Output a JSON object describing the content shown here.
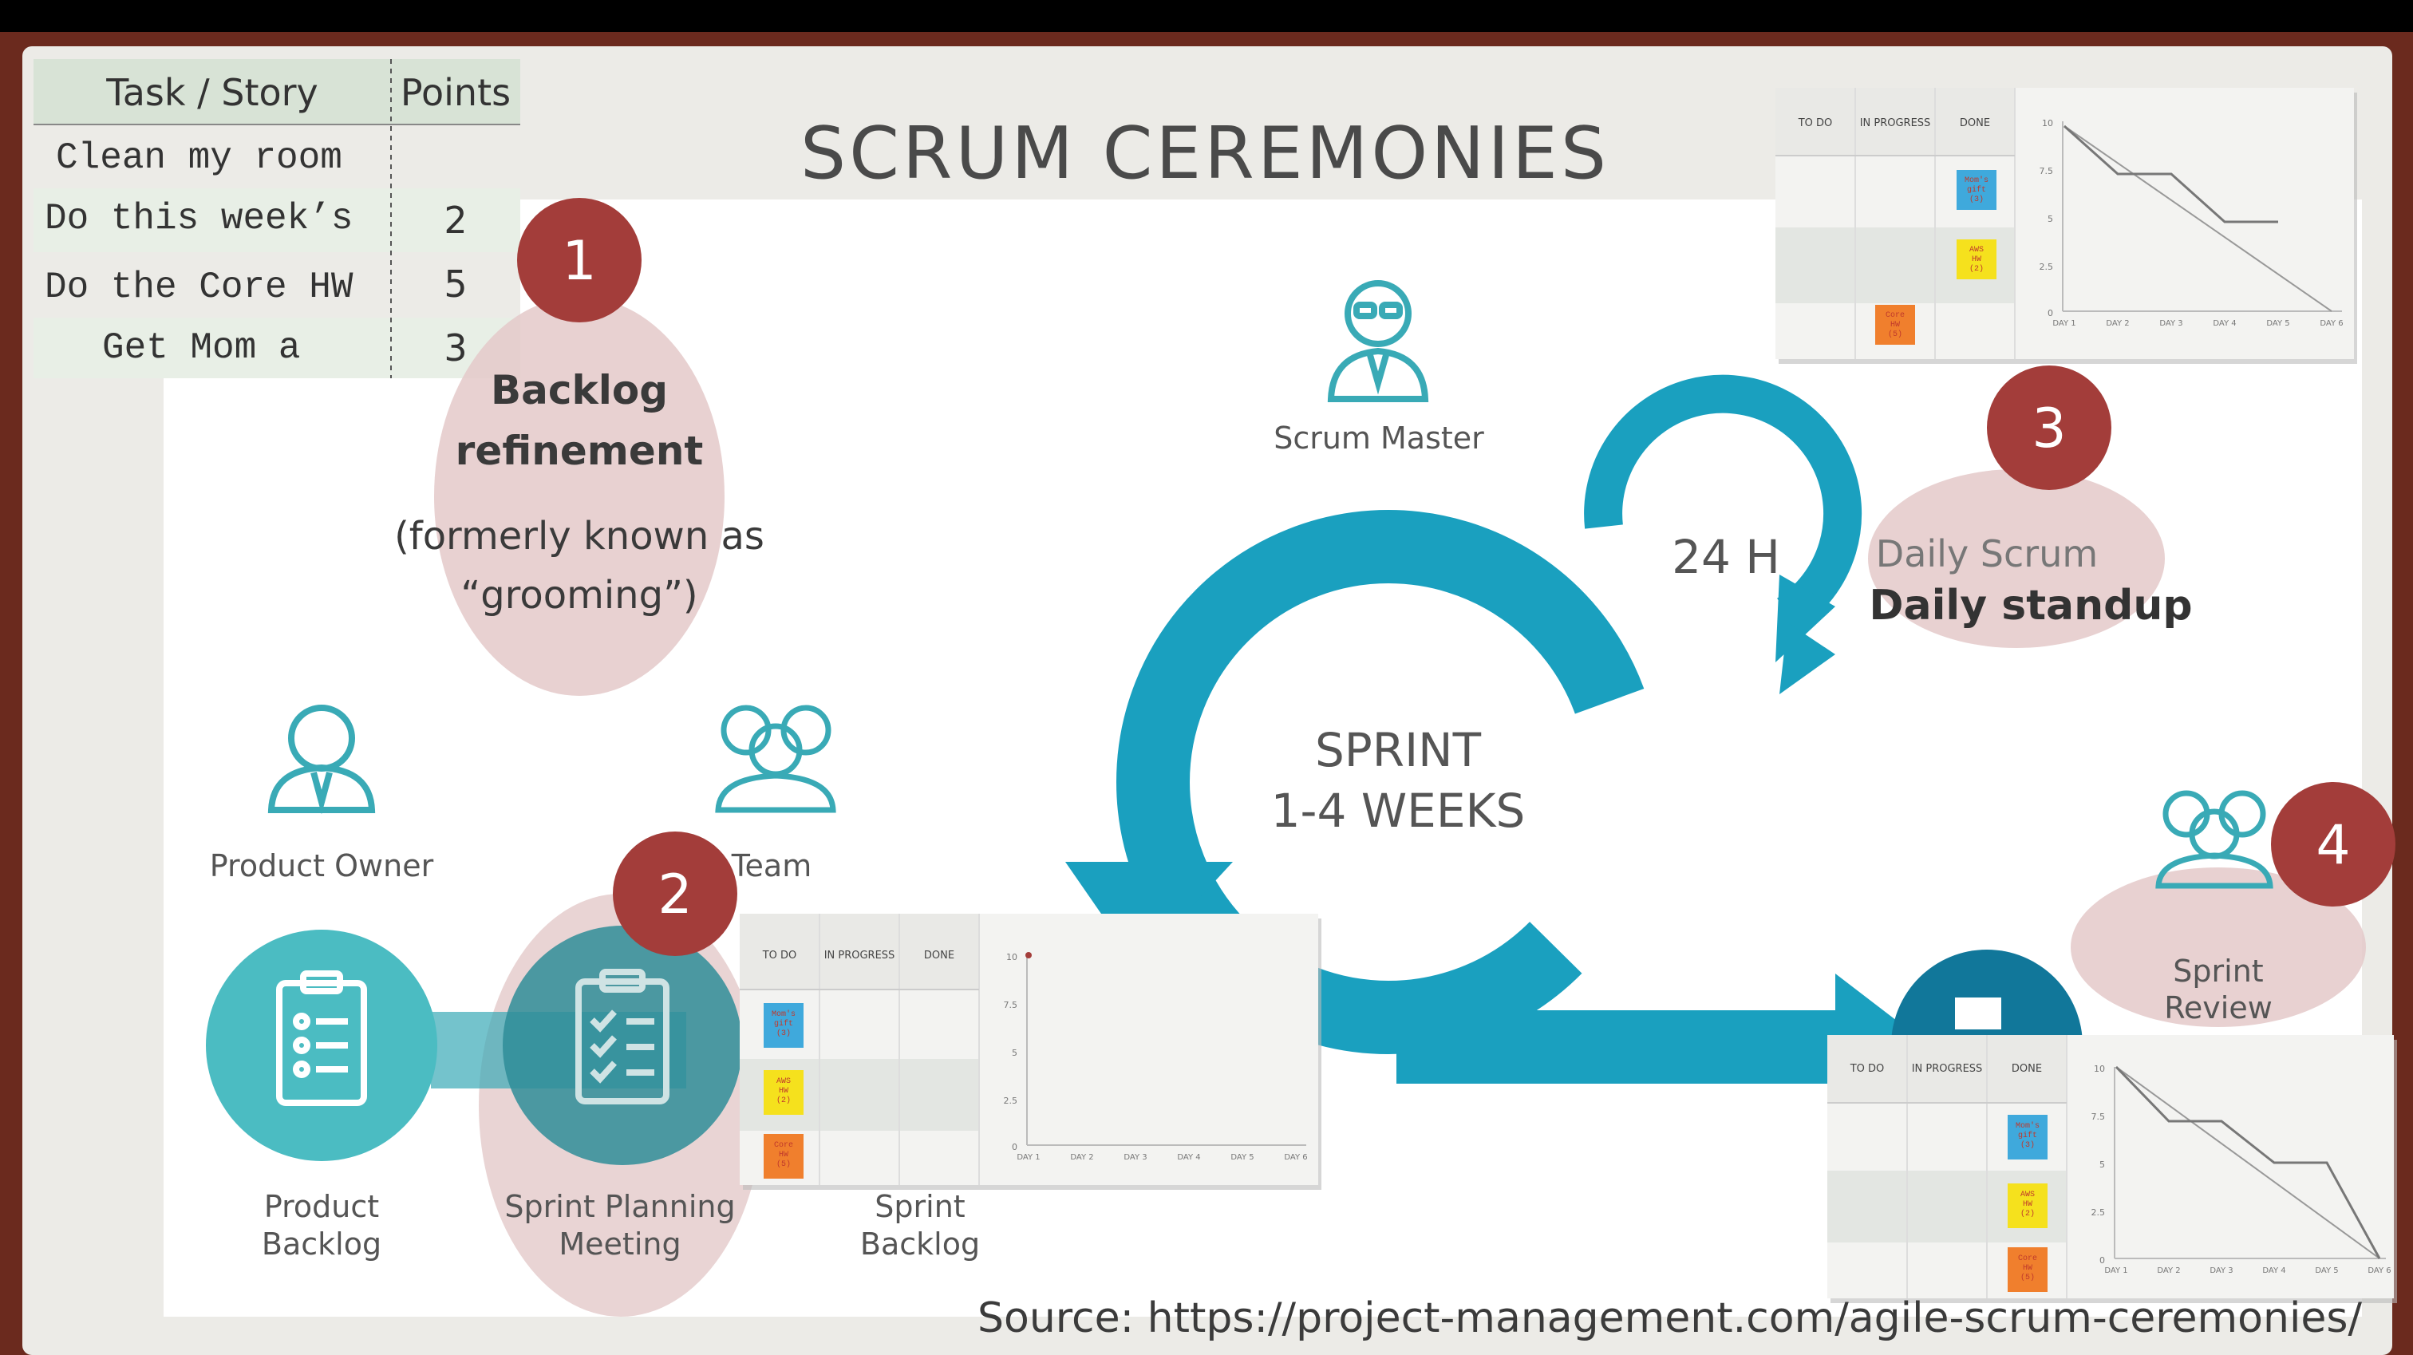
{
  "slide": {
    "title": "SCRUM CEREMONIES",
    "source": "Source: https://project-management.com/agile-scrum-ceremonies/"
  },
  "backlog_table": {
    "headers": [
      "Task / Story",
      "Points"
    ],
    "rows": [
      {
        "task": "Clean my room",
        "points": ""
      },
      {
        "task": "Do this week’s",
        "points": "2"
      },
      {
        "task": "Do the Core HW",
        "points": "5"
      },
      {
        "task": "Get Mom a",
        "points": "3"
      }
    ]
  },
  "ceremonies": [
    {
      "number": "1",
      "name": "Backlog refinement",
      "name_line1": "Backlog",
      "name_line2": "refinement",
      "note_line1": "(formerly known as",
      "note_line2": "“grooming”)"
    },
    {
      "number": "2",
      "name": "Sprint Planning Meeting"
    },
    {
      "number": "3",
      "name": "Daily Scrum",
      "alt_name": "Daily standup"
    },
    {
      "number": "4",
      "name": "Sprint Review"
    }
  ],
  "diagram": {
    "scrum_master": "Scrum Master",
    "product_owner": "Product Owner",
    "team": "Team",
    "product_backlog": [
      "Product",
      "Backlog"
    ],
    "sprint_planning": [
      "Sprint Planning",
      "Meeting"
    ],
    "sprint_backlog": [
      "Sprint",
      "Backlog"
    ],
    "sprint_review": [
      "Sprint",
      "Review"
    ],
    "daily_cycle": "24 H",
    "daily_scrum": "Daily Scrum",
    "sprint_line1": "SPRINT",
    "sprint_line2": "1-4 WEEKS"
  },
  "boards": {
    "columns": [
      "TO DO",
      "IN PROGRESS",
      "DONE"
    ],
    "cards": [
      {
        "lines": [
          "Mom's",
          "gift",
          "(3)"
        ],
        "color": "#3fa9dc"
      },
      {
        "lines": [
          "AWS",
          "HW",
          "(2)"
        ],
        "color": "#f5e11d"
      },
      {
        "lines": [
          "Core",
          "HW",
          "(5)"
        ],
        "color": "#f07f2d"
      }
    ],
    "y_ticks": [
      "10",
      "7.5",
      "5",
      "2.5",
      "0"
    ],
    "x_ticks": [
      "DAY 1",
      "DAY 2",
      "DAY 3",
      "DAY 4",
      "DAY 5",
      "DAY 6"
    ]
  },
  "colors": {
    "frame": "#6b2a1e",
    "paper": "#ecebe7",
    "teal": "#1aa0bf",
    "teal_circle": "#4bbcc2",
    "badge": "#a33d3a",
    "highlight": "#e4c9c9"
  }
}
